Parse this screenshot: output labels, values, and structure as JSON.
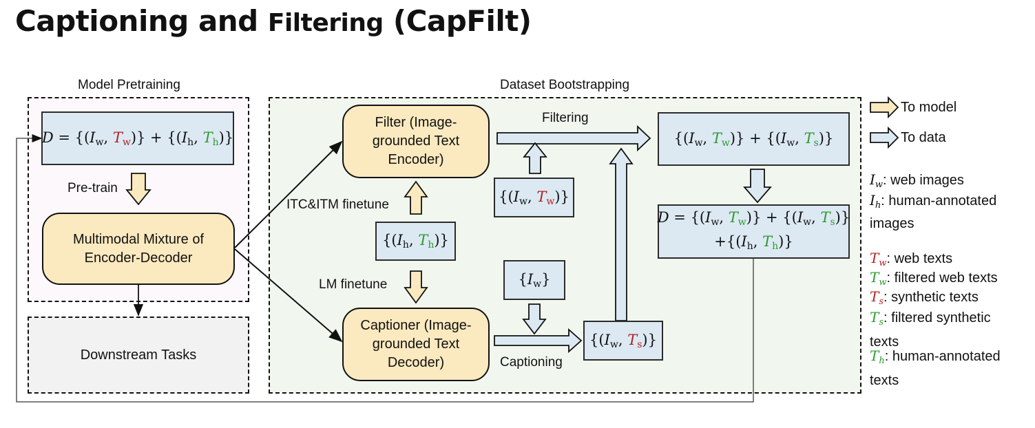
{
  "title": {
    "part1": "Captioning and ",
    "part2": "Filtering",
    "part3": " (CapFilt)"
  },
  "sections": {
    "pretraining": "Model Pretraining",
    "bootstrapping": "Dataset Bootstrapping"
  },
  "boxes": {
    "mmed": "Multimodal Mixture of Encoder-Decoder",
    "downstream": "Downstream Tasks",
    "filter": "Filter (Image-grounded Text Encoder)",
    "captioner": "Captioner (Image-grounded Text Decoder)"
  },
  "labels": {
    "pretrain": "Pre-train",
    "itc_itm": "ITC&ITM finetune",
    "lm": "LM finetune",
    "filtering": "Filtering",
    "captioning": "Captioning"
  },
  "legend": {
    "to_model": "To model",
    "to_data": "To data",
    "iw": "web images",
    "ih": "human-annotated images",
    "tw_red": "web texts",
    "tw_green": "filtered web texts",
    "ts_red": "synthetic texts",
    "ts_green": "filtered synthetic texts",
    "th": "human-annotated texts"
  },
  "colors": {
    "red_text": "#b22222",
    "green_text": "#2e9a2e",
    "data_box": "#dce9f3",
    "model_box": "#fbe9bf"
  }
}
